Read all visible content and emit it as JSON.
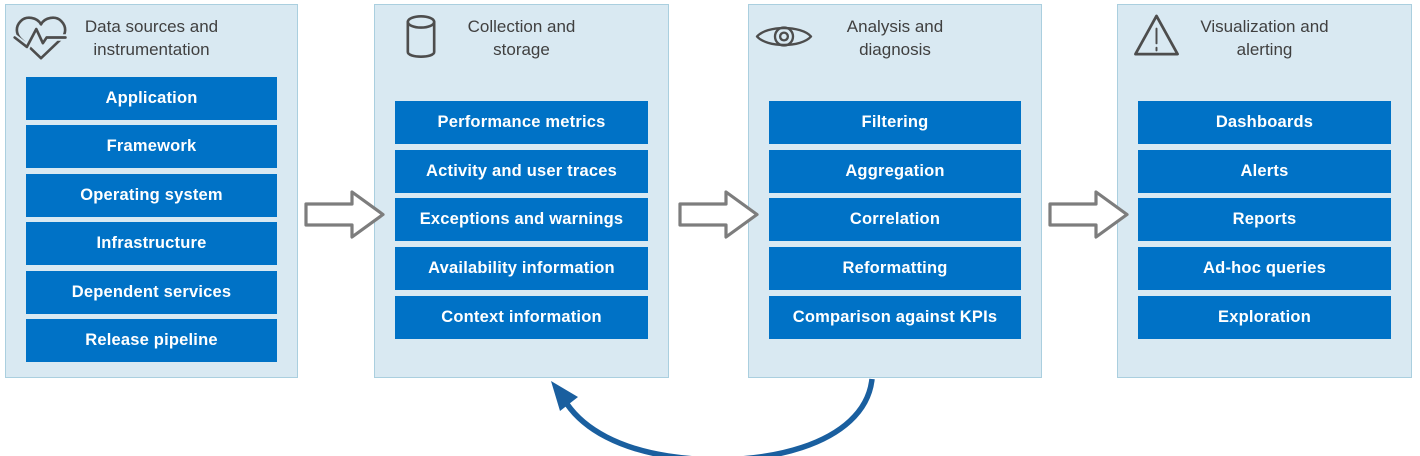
{
  "diagram": {
    "stages": [
      {
        "id": "data-sources-and-instrumentation",
        "icon": "heartbeat-icon",
        "title_lines": [
          "Data sources and",
          "instrumentation"
        ],
        "items": [
          "Application",
          "Framework",
          "Operating system",
          "Infrastructure",
          "Dependent services",
          "Release pipeline"
        ]
      },
      {
        "id": "collection-and-storage",
        "icon": "database-icon",
        "title_lines": [
          "Collection and",
          "storage"
        ],
        "items": [
          "Performance metrics",
          "Activity and user traces",
          "Exceptions and warnings",
          "Availability information",
          "Context information"
        ]
      },
      {
        "id": "analysis-and-diagnosis",
        "icon": "eye-icon",
        "title_lines": [
          "Analysis and",
          "diagnosis"
        ],
        "items": [
          "Filtering",
          "Aggregation",
          "Correlation",
          "Reformatting",
          "Comparison against KPIs"
        ]
      },
      {
        "id": "visualization-and-alerting",
        "icon": "warning-triangle-icon",
        "title_lines": [
          "Visualization and",
          "alerting"
        ],
        "items": [
          "Dashboards",
          "Alerts",
          "Reports",
          "Ad-hoc queries",
          "Exploration"
        ]
      }
    ],
    "flow_arrows": [
      {
        "from": "Data sources and instrumentation",
        "to": "Collection and storage"
      },
      {
        "from": "Collection and storage",
        "to": "Analysis and diagnosis"
      },
      {
        "from": "Analysis and diagnosis",
        "to": "Visualization and alerting"
      }
    ],
    "feedback_arrow": {
      "from": "Analysis and diagnosis",
      "to": "Collection and storage"
    },
    "colors": {
      "panel_bg": "#d9e9f2",
      "panel_border": "#aacfdf",
      "item_bg": "#0072c6",
      "item_text": "#ffffff",
      "title_text": "#404040",
      "icon_stroke": "#4d4d4d",
      "flow_arrow_stroke": "#7d7d7d",
      "feedback_arrow": "#1a5f9f"
    }
  }
}
